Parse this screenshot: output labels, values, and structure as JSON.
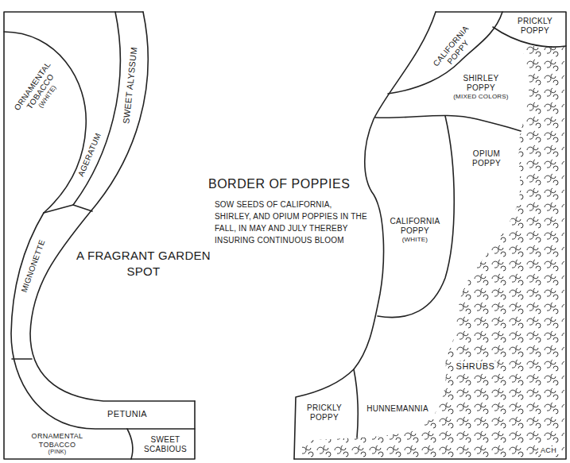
{
  "diagram": {
    "nodes": [
      {
        "text": [
          "ORNAMENTAL TOBACCO",
          "(WHITE)"
        ]
      },
      {
        "text": [
          "SWEET ALYSSUM"
        ]
      },
      {
        "text": [
          "AGERATUM"
        ]
      },
      {
        "text": [
          "MIGNONETTE"
        ]
      },
      {
        "text": [
          "PETUNIA"
        ]
      },
      {
        "text": [
          "ORNAMENTAL TOBACCO",
          "(PINK)"
        ]
      },
      {
        "text": [
          "SWEET SCABIOUS"
        ]
      },
      {
        "text": [
          "PRICKLY POPPY"
        ]
      },
      {
        "text": [
          "CALIFORNIA POPPY"
        ]
      },
      {
        "text": [
          "SHIRLEY POPPY",
          "(MIXED COLORS)"
        ]
      },
      {
        "text": [
          "OPIUM POPPY"
        ]
      },
      {
        "text": [
          "CALIFORNIA POPPY",
          "(WHITE)"
        ]
      },
      {
        "text": [
          "PRICKLY POPPY"
        ]
      },
      {
        "text": [
          "HUNNEMANNIA"
        ]
      }
    ],
    "labels": [
      "BORDER OF POPPIES",
      "SOW SEEDS OF CALIFORNIA, SHIRLEY, AND OPIUM POPPIES IN THE FALL, IN MAY AND JULY THEREBY INSURING CONTINUOUS BLOOM",
      "A FRAGRANT GARDEN SPOT",
      "SHRUBS",
      "ACH"
    ]
  }
}
